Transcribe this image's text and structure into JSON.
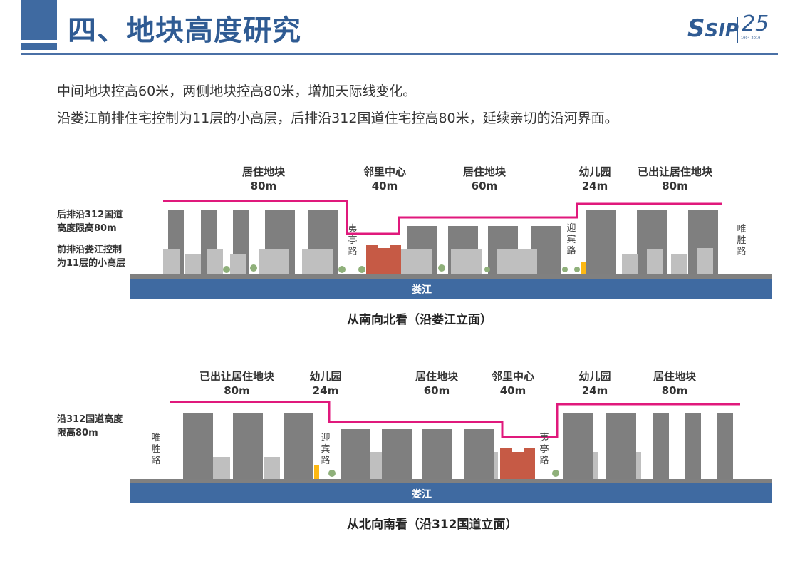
{
  "header": {
    "title": "四、地块高度研究",
    "logo_sip": "SIP",
    "logo_anniversary": "25",
    "logo_small": "1994-2019"
  },
  "intro": {
    "line1": "中间地块控高60米，两侧地块控高80米，增加天际线变化。",
    "line2": "沿娄江前排住宅控制为11层的小高层，后排沿312国道住宅控高80米，延续亲切的沿河界面。"
  },
  "elev1": {
    "zones": [
      {
        "name": "居住地块",
        "height": "80m"
      },
      {
        "name": "邻里中心",
        "height": "40m"
      },
      {
        "name": "居住地块",
        "height": "60m"
      },
      {
        "name": "幼儿园",
        "height": "24m"
      },
      {
        "name": "已出让居住地块",
        "height": "80m"
      }
    ],
    "side_note1": "后排沿312国道\n高度限高80m",
    "side_note2": "前排沿娄江控制\n为11层的小高层",
    "road_left": "夷\n亭\n路",
    "road_mid": "迎\n宾\n路",
    "road_right": "唯\n胜\n路",
    "river": "娄江",
    "caption": "从南向北看（沿娄江立面）"
  },
  "elev2": {
    "zones": [
      {
        "name": "已出让居住地块",
        "height": "80m"
      },
      {
        "name": "幼儿园",
        "height": "24m"
      },
      {
        "name": "居住地块",
        "height": "60m"
      },
      {
        "name": "邻里中心",
        "height": "40m"
      },
      {
        "name": "幼儿园",
        "height": "24m"
      },
      {
        "name": "居住地块",
        "height": "80m"
      }
    ],
    "side_note": "沿312国道高度\n限高80m",
    "road_left": "唯\n胜\n路",
    "road_mid": "迎\n宾\n路",
    "road_right": "夷\n亭\n路",
    "river": "娄江",
    "caption": "从北向南看（沿312国道立面）"
  },
  "colors": {
    "brand": "#2f5b93",
    "skyline": "#e0197c",
    "tower": "#7f7f7f",
    "low_rise": "#bfbfbf",
    "community_center": "#c65a45",
    "kindergarten": "#fdb813",
    "river": "#3f6aa1",
    "ground": "#808080"
  }
}
